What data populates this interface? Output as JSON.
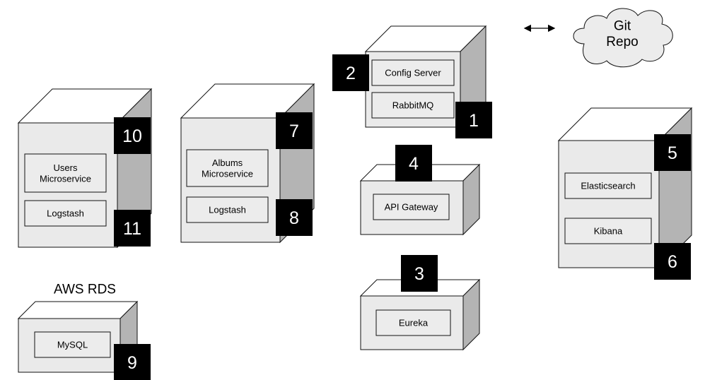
{
  "servers": {
    "config": {
      "components": [
        "Config Server",
        "RabbitMQ"
      ],
      "badges": [
        "2",
        "1"
      ]
    },
    "users": {
      "components": [
        "Users\nMicroservice",
        "Logstash"
      ],
      "badges": [
        "10",
        "11"
      ]
    },
    "albums": {
      "components": [
        "Albums\nMicroservice",
        "Logstash"
      ],
      "badges": [
        "7",
        "8"
      ]
    },
    "gateway": {
      "components": [
        "API Gateway"
      ],
      "badges": [
        "4"
      ]
    },
    "eureka": {
      "components": [
        "Eureka"
      ],
      "badges": [
        "3"
      ]
    },
    "elk": {
      "components": [
        "Elasticsearch",
        "Kibana"
      ],
      "badges": [
        "5",
        "6"
      ]
    },
    "rds": {
      "title": "AWS RDS",
      "components": [
        "MySQL"
      ],
      "badges": [
        "9"
      ]
    }
  },
  "git_repo": {
    "label": "Git\nRepo"
  },
  "connector": {
    "type": "bidirectional-arrow"
  }
}
